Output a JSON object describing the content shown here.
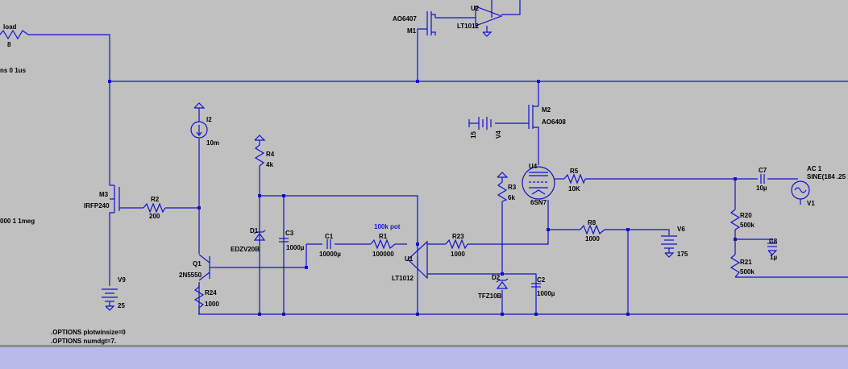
{
  "colors": {
    "background": "#c0c0c0",
    "wire": "#1010d0",
    "label": "#000000",
    "annotation": "#1a1ac8",
    "status_bar": "#b9b9ea"
  },
  "labels": {
    "load_name": "load",
    "load_value": "8",
    "pulse_fragment": "ns 0 1us",
    "sine_fragment": "000 1 1meg",
    "m1_part": "AO6407",
    "m1_name": "M1",
    "u2_name": "U2",
    "u2_part": "LT1012",
    "m2_name": "M2",
    "m2_part": "AO6408",
    "v4_value": "15",
    "v4_name": "V4",
    "i2_name": "I2",
    "i2_value": "10m",
    "r4_name": "R4",
    "r4_value": "4k",
    "m3_name": "M3",
    "m3_part": "IRFP240",
    "r2_name": "R2",
    "r2_value": "200",
    "d1_name": "D1",
    "d1_part": "EDZV20B",
    "c3_name": "C3",
    "c3_value": "1000µ",
    "c1_name": "C1",
    "c1_value": "10000µ",
    "pot_note": "100k pot",
    "r1_name": "R1",
    "r1_value": "100000",
    "r23_name": "R23",
    "r23_value": "1000",
    "u1_name": "U1",
    "u1_part": "LT1012",
    "q1_name": "Q1",
    "q1_part": "2N5550",
    "r24_name": "R24",
    "r24_value": "1000",
    "v9_name": "V9",
    "v9_value": "25",
    "u4_name": "U4",
    "u4_part": "6SN7",
    "r3_name": "R3",
    "r3_value": "6k",
    "r5_name": "R5",
    "r5_value": "10K",
    "c7_name": "C7",
    "c7_value": "10µ",
    "v1_ac": "AC 1",
    "v1_sine": "SINE(184 .25 1",
    "v1_name": "V1",
    "r8_name": "R8",
    "r8_value": "1000",
    "v6_name": "V6",
    "v6_value": "175",
    "r20_name": "R20",
    "r20_value": "500k",
    "c8_name": "C8",
    "c8_value": "1µ",
    "r21_name": "R21",
    "r21_value": "500k",
    "d2_name": "D2",
    "d2_part": "TFZ10B",
    "c2_name": "C2",
    "c2_value": "1000µ",
    "directive_1": ".OPTIONS plotwinsize=0",
    "directive_2": ".OPTIONS numdgt=7."
  }
}
